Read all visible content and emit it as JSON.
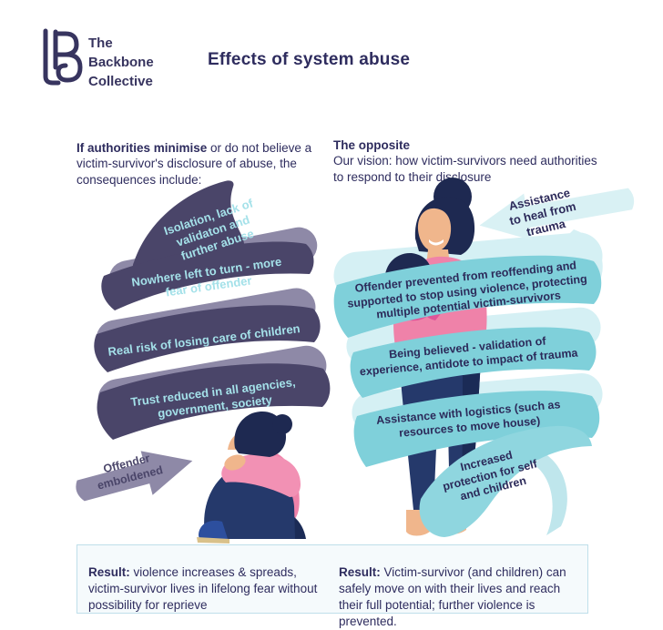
{
  "header": {
    "brand_name": "The\nBackbone\nCollective",
    "title": "Effects of system abuse"
  },
  "columns": {
    "left": {
      "intro_bold": "If authorities minimise",
      "intro_rest": " or do not believe a victim-survivor's disclosure of abuse, the consequences include:",
      "bands": [
        "Isolation, lack of\nvalidaton and\nfurther abuse",
        "Nowhere left to turn - more\nfear of offender",
        "Real risk of losing care of children",
        "Trust reduced in all agencies,\ngovernment, society",
        "Offender\nemboldened"
      ],
      "result_label": "Result:",
      "result_text": " violence increases & spreads, victim-survivor lives in lifelong fear without possibility for reprieve"
    },
    "right": {
      "intro_bold": "The opposite",
      "intro_rest": "Our vision: how victim-survivors need authorities to respond to their disclosure",
      "bands": [
        "Assistance\nto heal from\ntrauma",
        "Offender prevented from reoffending and\nsupported to stop using violence, protecting\nmultiple potential victim-survivors",
        "Being believed - validation of\nexperience, antidote to impact of trauma",
        "Assistance with logistics (such as\nresources to move house)",
        "Increased\nprotection for self\nand children"
      ],
      "result_label": "Result:",
      "result_text": " Victim-survivor (and children) can safely move on with their lives and reach their full potential; further violence is prevented."
    }
  },
  "colors": {
    "navy_text": "#2E2C5E",
    "spiral_purple": "#4A4569",
    "spiral_purple_light": "#8E89A7",
    "band_text_cyan": "#A4E1E9",
    "spiral_teal": "#7FD0DA",
    "spiral_teal_light": "#D5F0F4",
    "illustration_pink": "#EF82A9",
    "result_box_bg": "#F5FAFC",
    "result_box_border": "#BFDFEA"
  }
}
